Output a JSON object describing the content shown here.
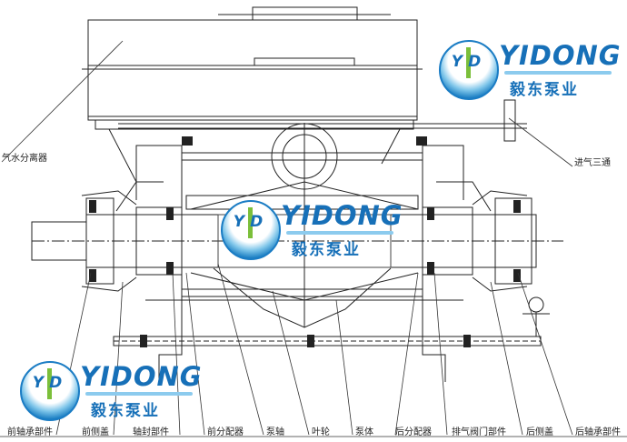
{
  "diagram": {
    "labels": {
      "separator": "气水分离器",
      "inlet_tee": "进气三通",
      "front_bearing": "前轴承部件",
      "front_cover": "前侧盖",
      "shaft_seal": "轴封部件",
      "front_distributor": "前分配器",
      "pump_shaft": "泵轴",
      "impeller": "叶轮",
      "pump_body": "泵体",
      "rear_distributor": "后分配器",
      "exhaust_valve": "排气阀门部件",
      "rear_cover": "后侧盖",
      "rear_bearing": "后轴承部件"
    }
  },
  "logo": {
    "badge": "YD",
    "name": "YIDONG",
    "cn": "毅东泵业",
    "colors": {
      "blue": "#1770b8",
      "green": "#7bbf3a",
      "light": "#8ccbee"
    }
  }
}
